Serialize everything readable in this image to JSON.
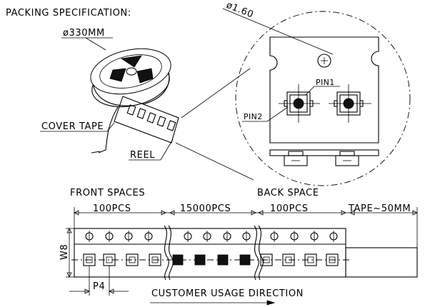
{
  "title": "PACKING SPECIFICATION:",
  "reel": {
    "diameter_label": "ø330MM",
    "cover_tape_label": "COVER TAPE",
    "reel_label": "REEL"
  },
  "detail": {
    "hole_label": "ø1.60",
    "pin1_label": "PIN1",
    "pin2_label": "PIN2"
  },
  "tape": {
    "front_spaces_label": "FRONT SPACES",
    "back_space_label": "BACK SPACE",
    "front_count": "100PCS",
    "middle_count": "15000PCS",
    "back_count": "100PCS",
    "tape_end_label": "TAPE~50MM",
    "width_label": "W8",
    "pitch_label": "P4",
    "direction_label": "CUSTOMER USAGE DIRECTION"
  }
}
